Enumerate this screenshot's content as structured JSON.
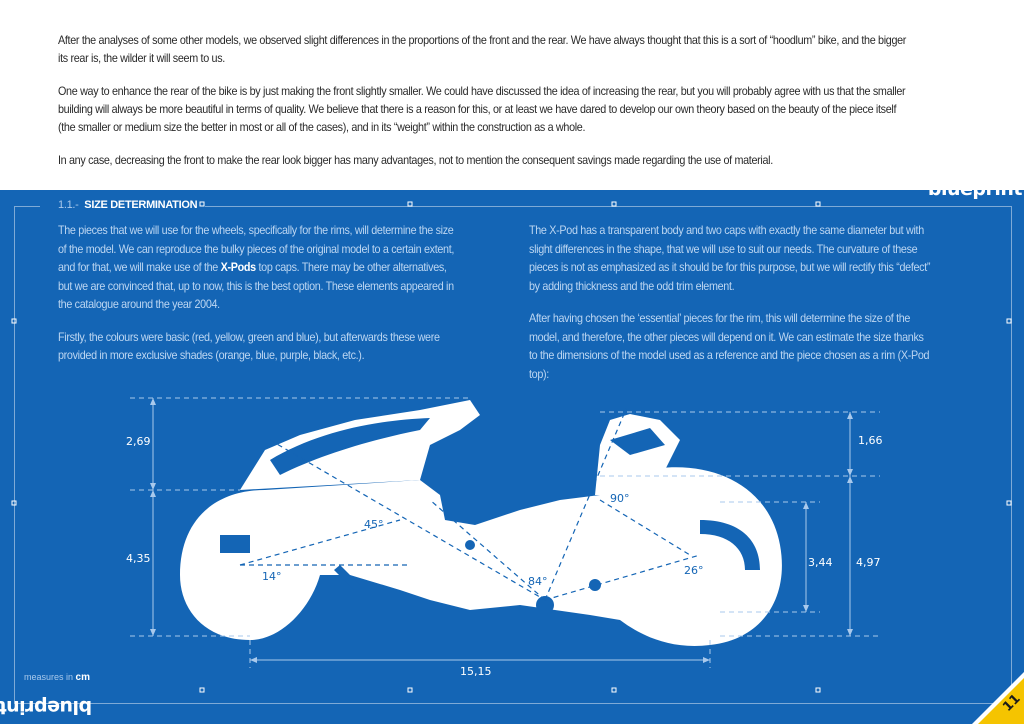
{
  "intro": {
    "p1": "After the analyses of some other models, we observed slight differences in the proportions of the front and the rear. We have always thought that this is a sort of “hoodlum” bike, and the bigger its rear is, the wilder it will seem to us.",
    "p2": "One way to enhance the rear of the bike is by just making the front slightly smaller. We could have discussed the idea of increasing the rear, but you will probably agree with us that the smaller building will always be more beautiful in terms of quality. We believe that there is a reason for this, or at least we have dared to develop our own theory based on the beauty of the piece itself (the smaller or medium size the better in most or all of the cases), and in its “weight” within the construction as a whole.",
    "p3": "In any case, decreasing the front to make the rear look bigger has many advantages, not to mention the consequent savings made regarding the use of material."
  },
  "brand": "blueprint",
  "section": {
    "number": "1.1.-",
    "title": "SIZE DETERMINATION"
  },
  "left": {
    "p1_a": "The pieces that we will use for the wheels, specifically for the rims, will determine the size of the model. We can reproduce the bulky pieces of the original model to a certain extent, and for that, we will make use of the ",
    "p1_bold": "X-Pods",
    "p1_b": " top caps. There may be other alternatives, but we are convinced that, up to now, this is the best option. These elements appeared in the catalogue around the year 2004.",
    "p2": "Firstly, the colours were basic (red, yellow, green and blue), but afterwards these were provided in more exclusive shades (orange, blue, purple, black, etc.)."
  },
  "right": {
    "p1": "The X-Pod has a transparent body and two caps with exactly the same diameter but with slight differences in the shape, that we will use to suit our needs. The curvature of these pieces is not as emphasized as it should be for this purpose, but we will rectify this “defect” by adding thickness and the odd trim element.",
    "p2": "After having chosen the ‘essential’ pieces for the rim, this will determine the size of the model, and therefore, the other pieces will depend on it. We can estimate the size thanks to the dimensions of the model used as a reference and the piece chosen as a rim (X-Pod top):"
  },
  "dimensions": {
    "front_top": "2,69",
    "front_bottom": "4,35",
    "rear_top": "1,66",
    "rear_inner": "3,44",
    "rear_total": "4,97",
    "length": "15,15",
    "angle_45": "45°",
    "angle_14": "14°",
    "angle_84": "84°",
    "angle_90": "90°",
    "angle_26": "26°"
  },
  "measures": {
    "label": "measures in ",
    "unit": "cm"
  },
  "page_number": "11",
  "colors": {
    "blueprint": "#1465b5",
    "line": "#ffffff",
    "text_light": "#bcd6f2",
    "tab": "#f5c400"
  }
}
